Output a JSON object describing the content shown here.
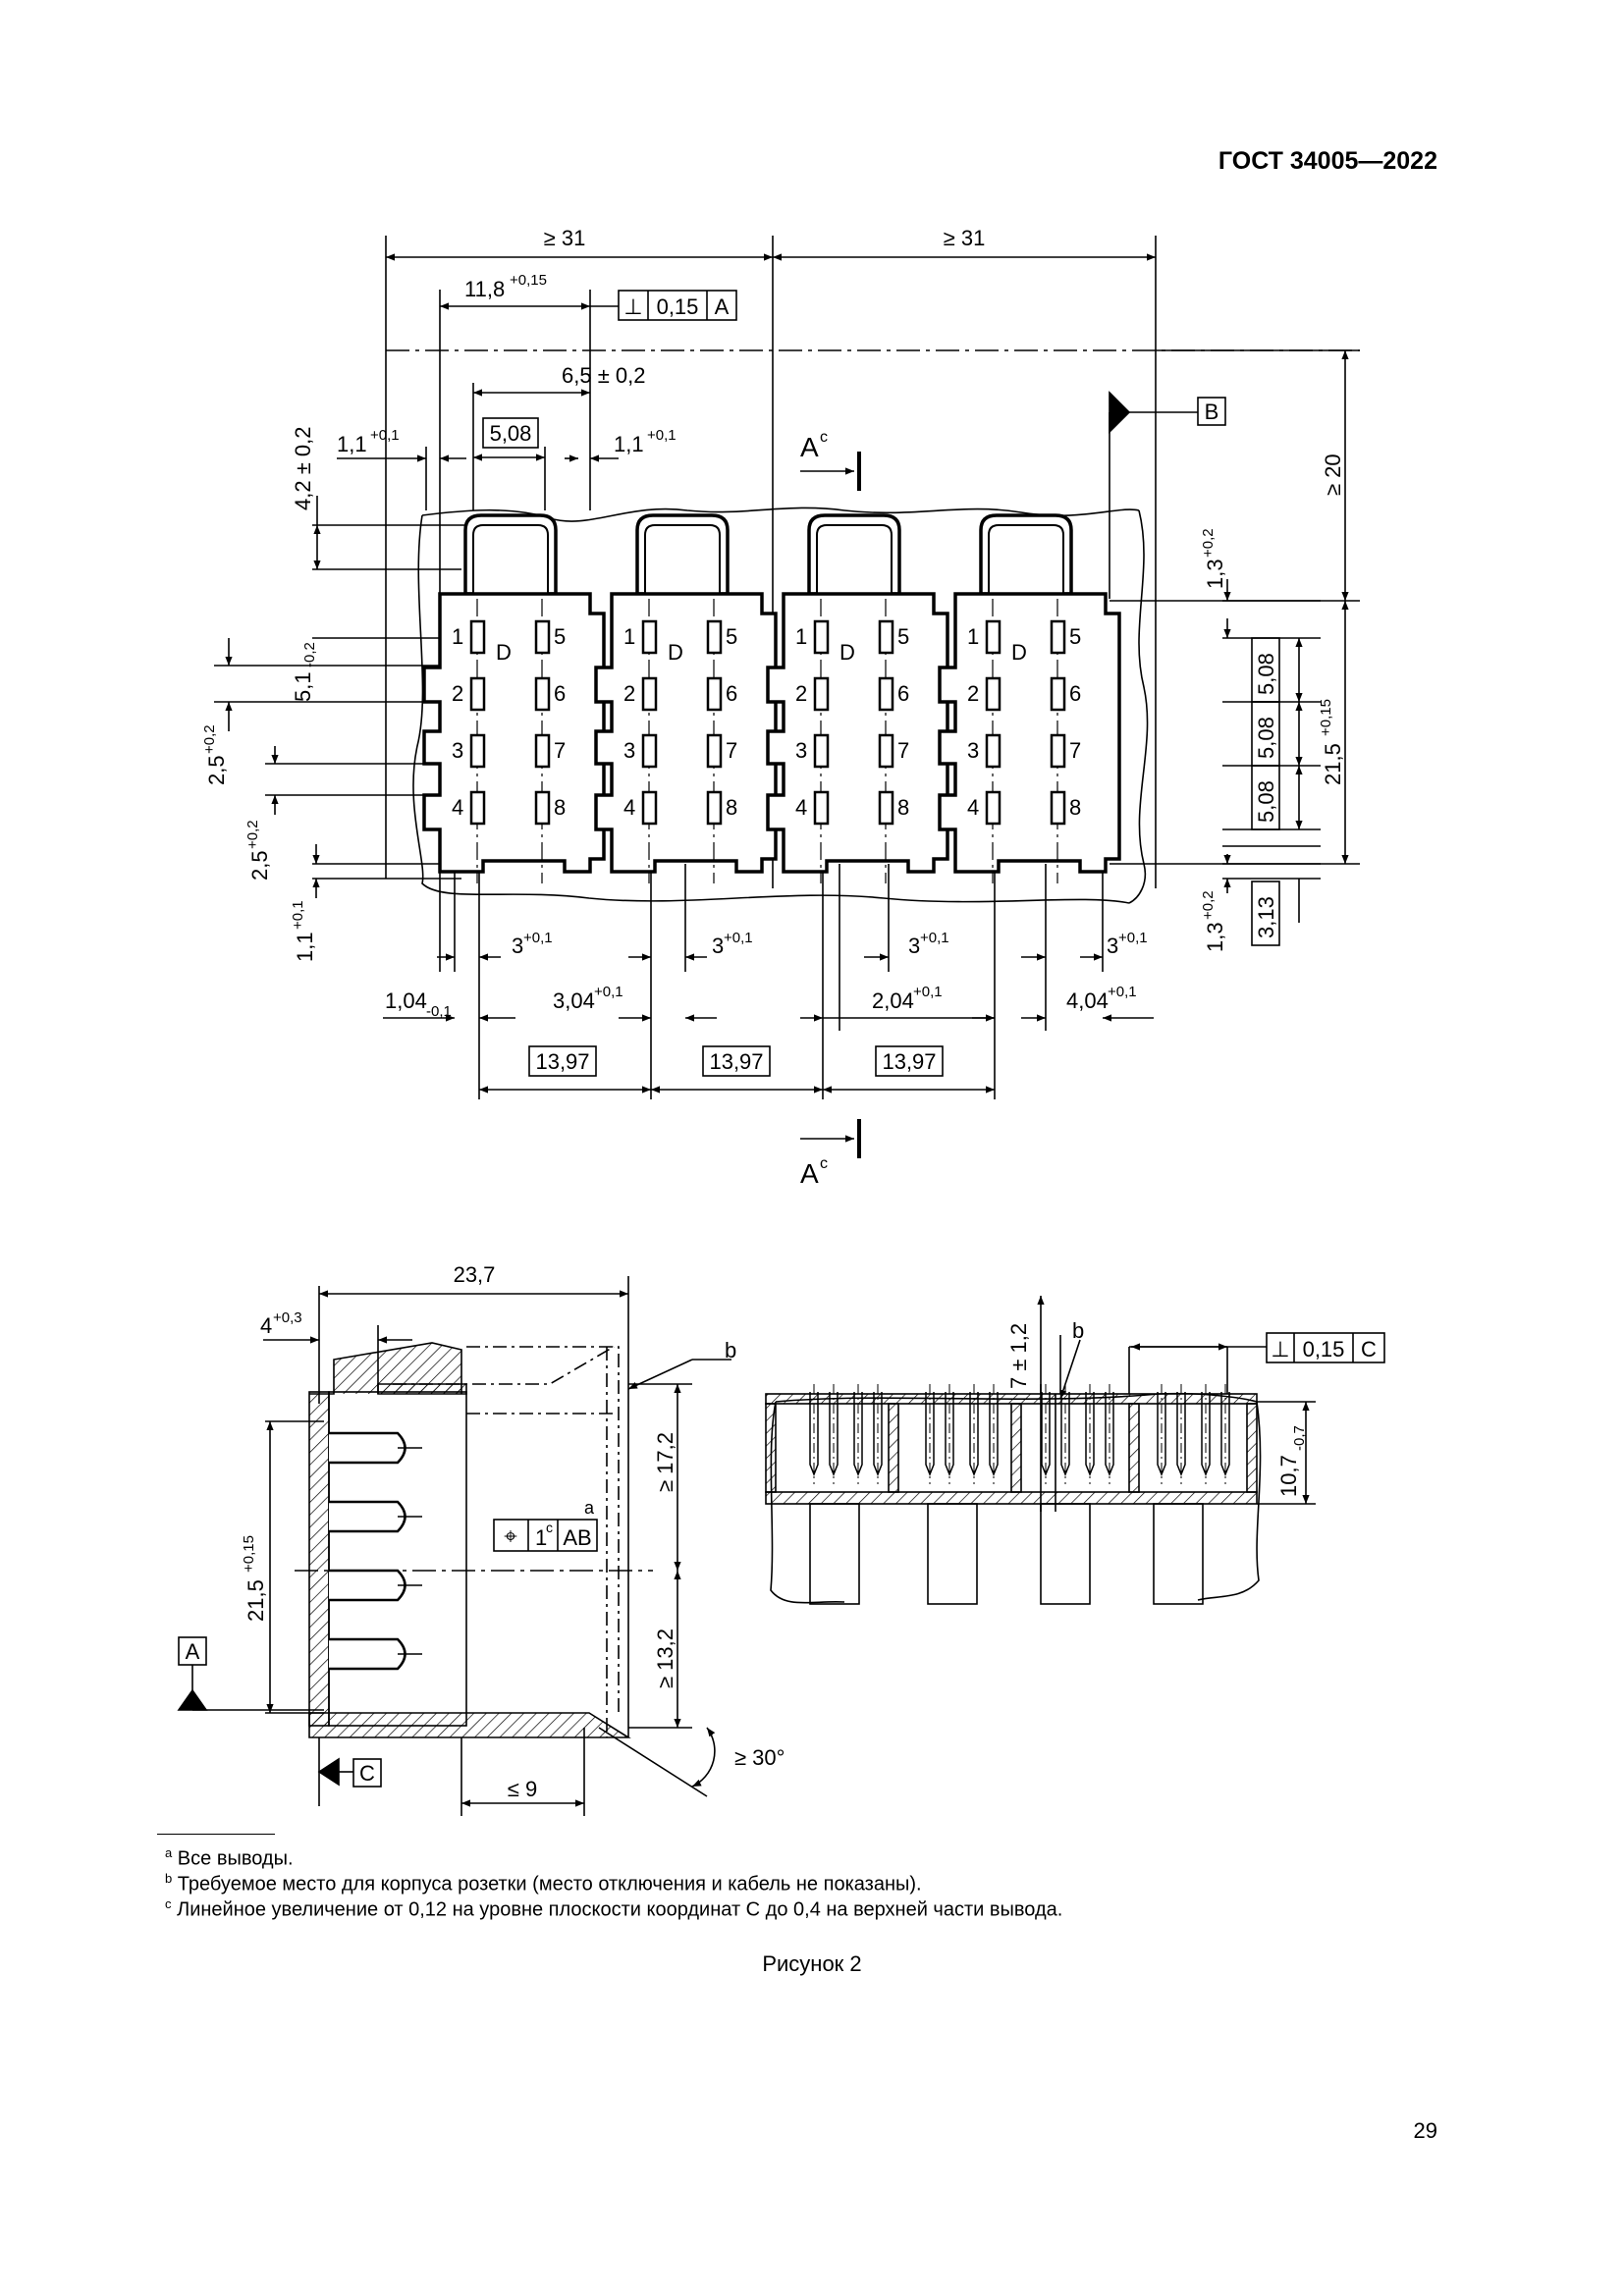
{
  "header": {
    "standard": "ГОСТ 34005—2022"
  },
  "figure": {
    "caption": "Рисунок 2",
    "page_number": "29",
    "top_view": {
      "dims_top": [
        "≥ 31",
        "≥ 31"
      ],
      "dim_118": "11,8",
      "dim_118_tol": "+0,15",
      "tol_frame": {
        "sym": "⊥",
        "value": "0,15",
        "datum": "A"
      },
      "dim_65": "6,5 ± 0,2",
      "dim_508_top": "5,08",
      "dim_11_left": "1,1",
      "dim_11_left_tol": "+0,1",
      "dim_11_right": "1,1",
      "dim_11_right_tol": "+0,1",
      "dim_42": "4,2 ± 0,2",
      "dim_51": "5,1",
      "dim_51_tol": "-0,2",
      "dim_25a": "2,5",
      "dim_25a_tol": "+0,2",
      "dim_25b": "2,5",
      "dim_25b_tol": "+0,2",
      "dim_11_bottom": "1,1",
      "dim_11_bottom_tol": "+0,1",
      "dim_20": "≥ 20",
      "datum_b": "B",
      "dim_13a": "1,3",
      "dim_13a_tol": "+0,2",
      "dim_13b": "1,3",
      "dim_13b_tol": "+0,2",
      "dim_215": "21,5",
      "dim_215_tol": "+0,15",
      "boxes_508_right": [
        "5,08",
        "5,08",
        "5,08"
      ],
      "box_313": "3,13",
      "section_label": "A",
      "section_sup": "c",
      "pin_numbers_left": [
        "1",
        "2",
        "3",
        "4"
      ],
      "pin_numbers_right": [
        "5",
        "6",
        "7",
        "8"
      ],
      "housing_mark": "D",
      "dims_3": [
        "3",
        "3",
        "3",
        "3"
      ],
      "dims_3_tol": "+0,1",
      "dim_104": "1,04",
      "dim_104_tol": "-0,1",
      "dim_304": "3,04",
      "dim_304_tol": "+0,1",
      "dim_204": "2,04",
      "dim_204_tol": "+0,1",
      "dim_404": "4,04",
      "dim_404_tol": "+0,1",
      "boxes_1397": [
        "13,97",
        "13,97",
        "13,97"
      ]
    },
    "side_view": {
      "dim_237": "23,7",
      "dim_4": "4",
      "dim_4_tol": "+0,3",
      "leader_b": "b",
      "dim_172": "≥ 17,2",
      "dim_132": "≥ 13,2",
      "dim_215": "21,5",
      "dim_215_tol": "+0,15",
      "pos_frame": {
        "sym": "⌖",
        "value": "1",
        "sup": "c",
        "datum": "AB"
      },
      "note_a": "a",
      "datum_a": "A",
      "datum_c": "C",
      "dim_9": "≤ 9",
      "angle": "≥ 30°"
    },
    "section_view": {
      "dim_7": "7 ± 1,2",
      "leader_b": "b",
      "tol_frame": {
        "sym": "⊥",
        "value": "0,15",
        "datum": "C"
      },
      "dim_107": "10,7",
      "dim_107_tol": "-0,7"
    }
  },
  "footnotes": [
    {
      "mark": "a",
      "text": "Все выводы."
    },
    {
      "mark": "b",
      "text": "Требуемое место для корпуса розетки (место отключения и кабель не показаны)."
    },
    {
      "mark": "c",
      "text": "Линейное увеличение от 0,12 на уровне плоскости координат С до 0,4 на верхней части вывода."
    }
  ]
}
